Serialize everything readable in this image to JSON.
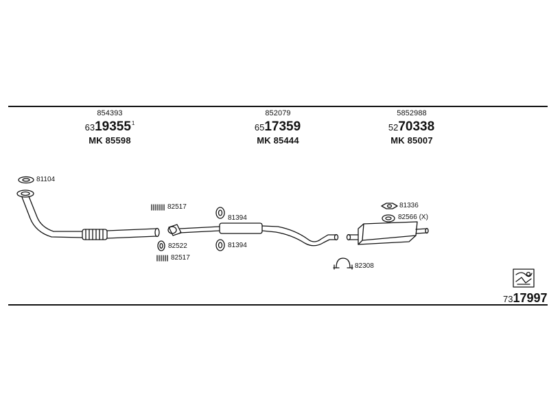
{
  "groups": [
    {
      "part_number": "854393",
      "ref_prefix": "63",
      "ref_main": "19355",
      "ref_suffix": "1",
      "mk": "MK  85598"
    },
    {
      "part_number": "852079",
      "ref_prefix": "65",
      "ref_main": "17359",
      "ref_suffix": "",
      "mk": "MK  85444"
    },
    {
      "part_number": "5852988",
      "ref_prefix": "52",
      "ref_main": "70338",
      "ref_suffix": "",
      "mk": "MK  85007"
    }
  ],
  "labels": {
    "gasket_81104": "81104",
    "spring_82517_top": "82517",
    "ring_82522": "82522",
    "spring_82517_bottom": "82517",
    "hanger_81394_top": "81394",
    "hanger_81394_bottom": "81394",
    "hanger_81336": "81336",
    "ring_82566": "82566 (X)",
    "clamp_82308": "82308"
  },
  "catalog": {
    "prefix": "73",
    "main": "17997"
  }
}
